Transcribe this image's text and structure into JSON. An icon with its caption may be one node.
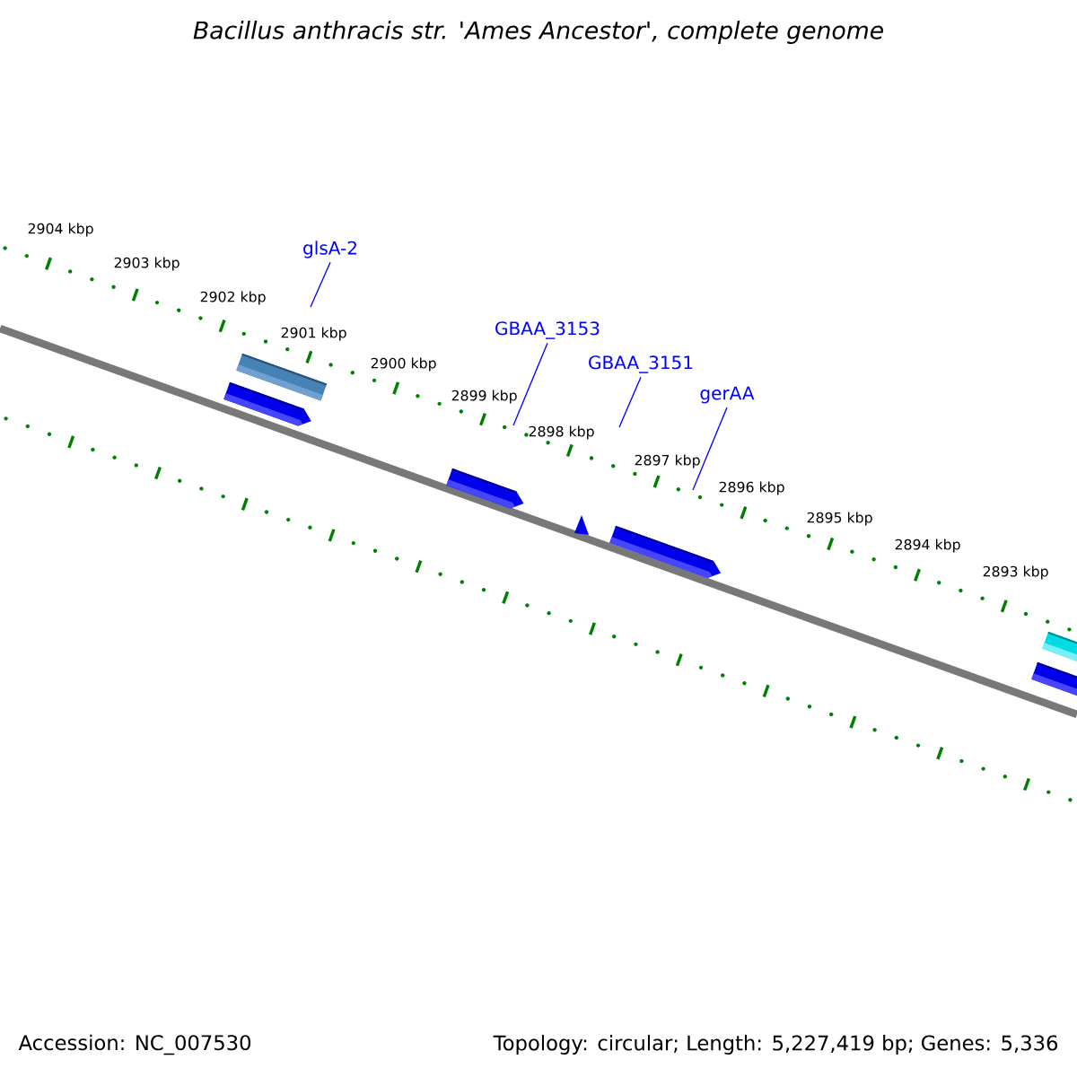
{
  "diagram": {
    "title": "*Bacillus anthracis* str. 'Ames Ancestor', complete genome",
    "nodes": [
      {
        "text": [
          "glsA-2"
        ]
      },
      {
        "text": [
          "GBAA_3153"
        ]
      },
      {
        "text": [
          "GBAA_3151"
        ]
      },
      {
        "text": [
          "gerAA"
        ]
      }
    ],
    "edges": [
      {
        "from": 0,
        "to": null,
        "arrow": "none"
      },
      {
        "from": 1,
        "to": null,
        "arrow": "none"
      },
      {
        "from": 2,
        "to": null,
        "arrow": "none"
      },
      {
        "from": 3,
        "to": null,
        "arrow": "none"
      }
    ],
    "labels": [
      "2904 kbp",
      "2903 kbp",
      "2902 kbp",
      "2901 kbp",
      "2900 kbp",
      "2899 kbp",
      "2898 kbp",
      "2897 kbp",
      "2896 kbp",
      "2895 kbp",
      "2894 kbp",
      "2893 kbp",
      "Accession: NC_007530",
      "Topology: circular; Length: 5,227,419 bp; Genes: 5,336"
    ]
  }
}
